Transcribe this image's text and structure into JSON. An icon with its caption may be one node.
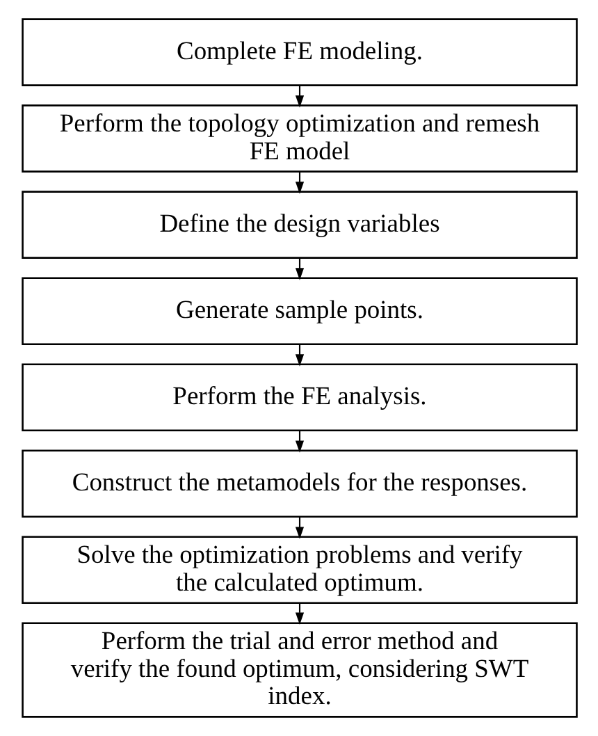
{
  "diagram": {
    "nodes": [
      {
        "text": [
          "Complete FE modeling."
        ]
      },
      {
        "text": [
          "Perform the topology optimization and remesh FE model"
        ]
      },
      {
        "text": [
          "Define the design variables"
        ]
      },
      {
        "text": [
          "Generate sample points."
        ]
      },
      {
        "text": [
          "Perform the FE analysis."
        ]
      },
      {
        "text": [
          "Construct the metamodels for the responses."
        ]
      },
      {
        "text": [
          "Solve the optimization problems and verify the calculated optimum."
        ]
      },
      {
        "text": [
          "Perform the trial and error method and verify the found optimum, considering SWT index."
        ]
      }
    ],
    "edges": [
      {
        "from": 0,
        "to": 1,
        "arrow": "to"
      },
      {
        "from": 1,
        "to": 2,
        "arrow": "to"
      },
      {
        "from": 2,
        "to": 3,
        "arrow": "to"
      },
      {
        "from": 3,
        "to": 4,
        "arrow": "to"
      },
      {
        "from": 4,
        "to": 5,
        "arrow": "to"
      },
      {
        "from": 5,
        "to": 6,
        "arrow": "to"
      },
      {
        "from": 6,
        "to": 7,
        "arrow": "to"
      }
    ]
  }
}
